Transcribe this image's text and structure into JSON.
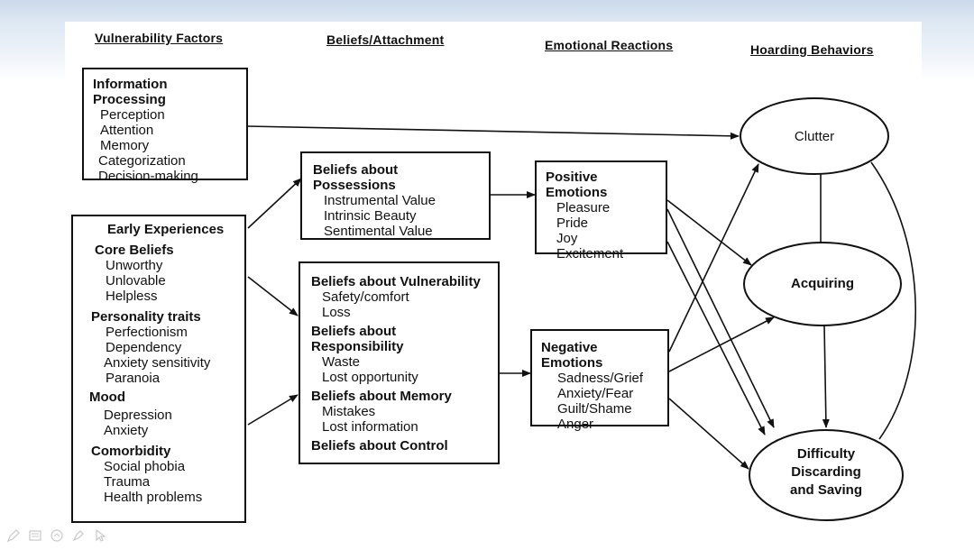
{
  "headers": {
    "vulnerability": "Vulnerability Factors",
    "beliefs": "Beliefs/Attachment",
    "emotional": "Emotional Reactions",
    "hoarding": "Hoarding Behaviors"
  },
  "info_processing": {
    "title": "Information Processing",
    "items": [
      "Perception",
      "Attention",
      "Memory",
      "Categorization",
      "Decision-making"
    ]
  },
  "early_experiences": {
    "title": "Early Experiences",
    "core_beliefs": {
      "title": "Core Beliefs",
      "items": [
        "Unworthy",
        "Unlovable",
        "Helpless"
      ]
    },
    "personality": {
      "title": "Personality traits",
      "items": [
        "Perfectionism",
        "Dependency",
        "Anxiety sensitivity",
        "Paranoia"
      ]
    },
    "mood": {
      "title": "Mood",
      "items": [
        "Depression",
        "Anxiety"
      ]
    },
    "comorbidity": {
      "title": "Comorbidity",
      "items": [
        "Social phobia",
        "Trauma",
        "Health problems"
      ]
    }
  },
  "possessions": {
    "title": "Beliefs about Possessions",
    "items": [
      "Instrumental Value",
      "Intrinsic Beauty",
      "Sentimental Value"
    ]
  },
  "beliefs_box": {
    "vulnerability": {
      "title": "Beliefs about Vulnerability",
      "items": [
        "Safety/comfort",
        "Loss"
      ]
    },
    "responsibility": {
      "title": "Beliefs about Responsibility",
      "items": [
        "Waste",
        "Lost opportunity"
      ]
    },
    "memory": {
      "title": "Beliefs about Memory",
      "items": [
        "Mistakes",
        "Lost information"
      ]
    },
    "control": {
      "title": "Beliefs about Control"
    }
  },
  "positive": {
    "title": "Positive Emotions",
    "items": [
      "Pleasure",
      "Pride",
      "Joy",
      "Excitement"
    ]
  },
  "negative": {
    "title": "Negative Emotions",
    "items": [
      "Sadness/Grief",
      "Anxiety/Fear",
      "Guilt/Shame",
      "Anger"
    ]
  },
  "behaviors": {
    "clutter": "Clutter",
    "acquiring": "Acquiring",
    "difficulty": [
      "Difficulty",
      "Discarding",
      "and Saving"
    ]
  },
  "toolbar_icons": [
    "pen-icon",
    "slide-icon",
    "eraser-icon",
    "highlighter-icon",
    "pointer-icon"
  ]
}
